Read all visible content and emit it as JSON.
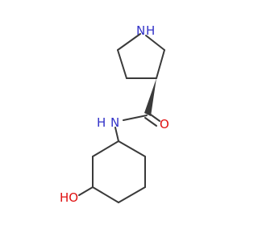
{
  "molecule": {
    "atoms": {
      "n_ring": "N",
      "h_ring": "H",
      "n_amide": "N",
      "h_amide": "H",
      "o_carbonyl": "O",
      "oh_hydroxyl": "HO"
    },
    "colors": {
      "bond": "#3a3a3a",
      "nitrogen": "#3232c8",
      "oxygen": "#e01010",
      "background": "#ffffff"
    }
  }
}
